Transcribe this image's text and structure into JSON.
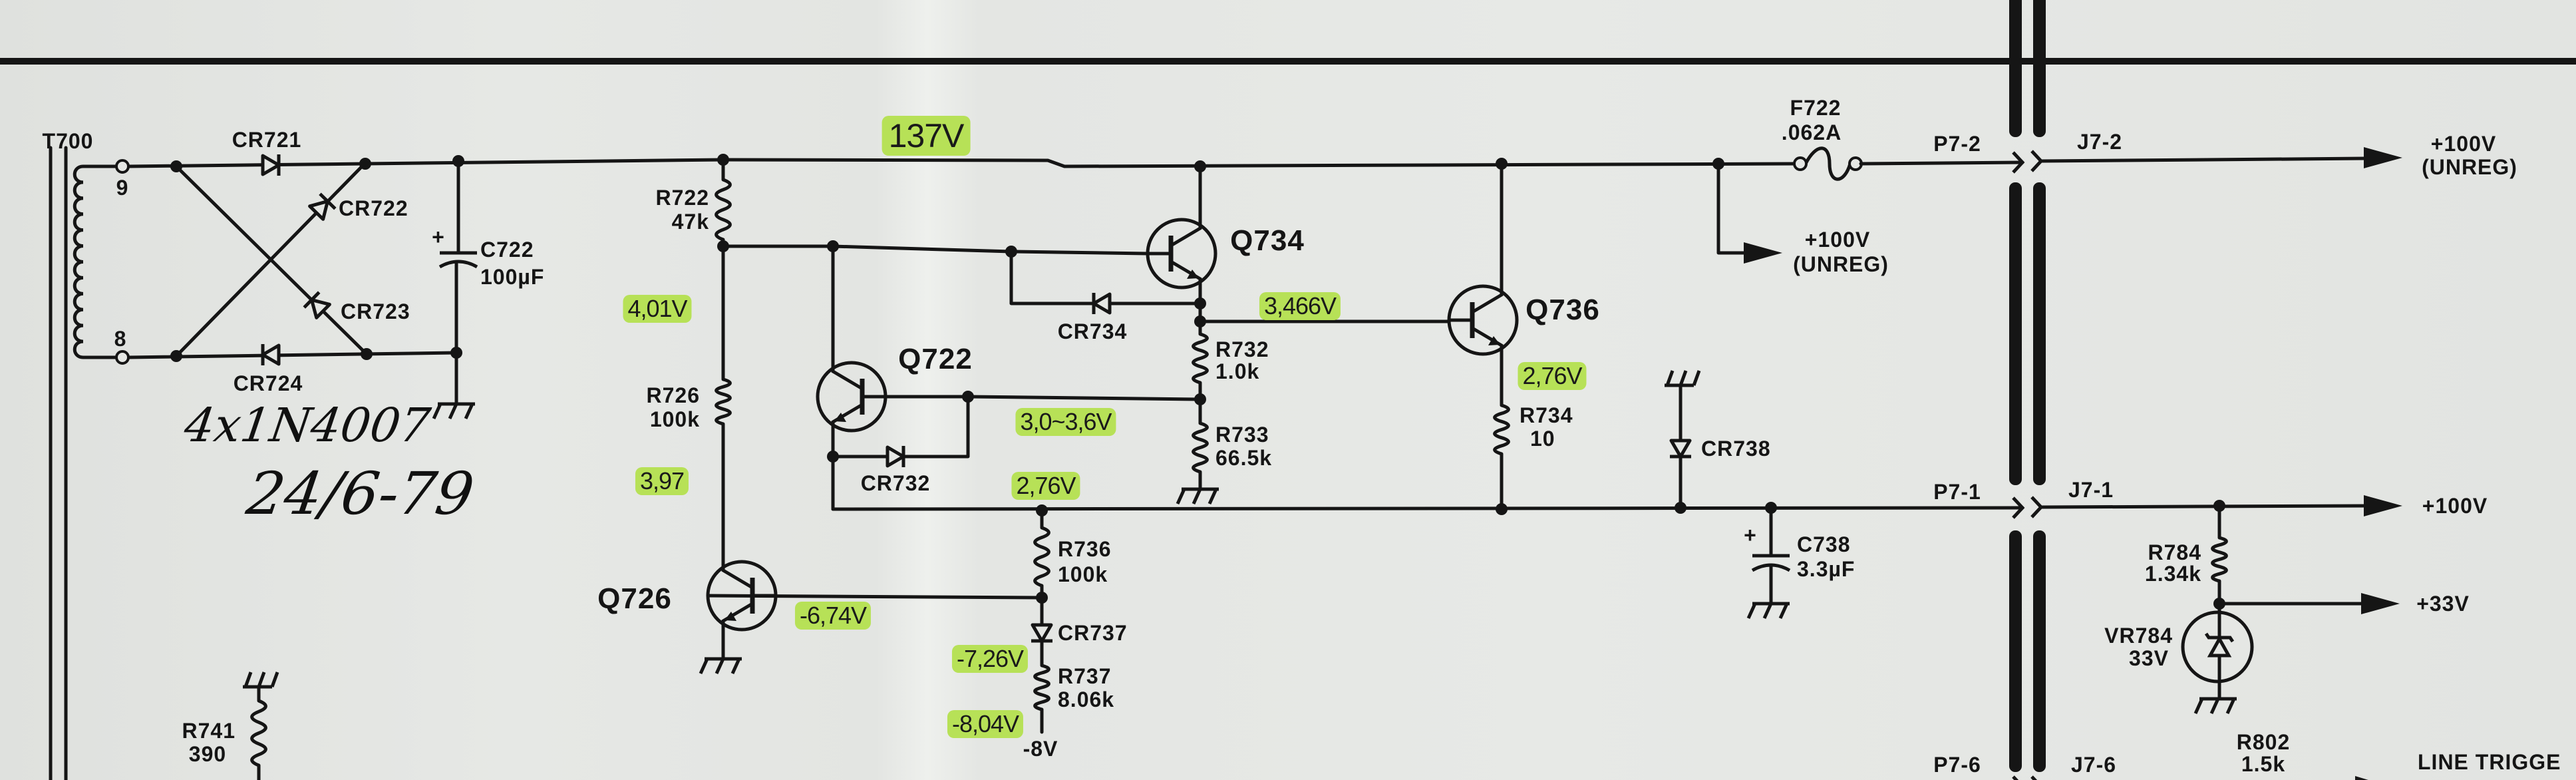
{
  "labels": {
    "t700": "T700",
    "pin9": "9",
    "pin8": "8",
    "cr721": "CR721",
    "cr722": "CR722",
    "cr723": "CR723",
    "cr724": "CR724",
    "plus": "+",
    "c722": "C722",
    "c722_val": "100µF",
    "r722": "R722",
    "r722_val": "47k",
    "r726": "R726",
    "r726_val": "100k",
    "q726": "Q726",
    "q722": "Q722",
    "cr732": "CR732",
    "cr734": "CR734",
    "q734": "Q734",
    "r732": "R732",
    "r732_val": "1.0k",
    "r733": "R733",
    "r733_val": "66.5k",
    "q736": "Q736",
    "r734": "R734",
    "r734_val": "10",
    "r736": "R736",
    "r736_val": "100k",
    "cr737": "CR737",
    "r737": "R737",
    "r737_val": "8.06k",
    "neg8v": "-8V",
    "cr738": "CR738",
    "plus2": "+",
    "c738": "C738",
    "c738_val": "3.3µF",
    "f722": "F722",
    "f722_val": ".062A",
    "unreg_mid_v": "+100V",
    "unreg_mid": "(UNREG)",
    "p7_2": "P7-2",
    "j7_2": "J7-2",
    "out_unreg_v": "+100V",
    "out_unreg": "(UNREG)",
    "p7_1": "P7-1",
    "j7_1": "J7-1",
    "out_100v": "+100V",
    "r784": "R784",
    "r784_val": "1.34k",
    "out_33v": "+33V",
    "vr784": "VR784",
    "vr784_val": "33V",
    "r741": "R741",
    "r741_val": "390",
    "p7_6": "P7-6",
    "j7_6": "J7-6",
    "r802": "R802",
    "r802_val": "1.5k",
    "line_trigger": "LINE TRIGGE"
  },
  "handwritten": {
    "diodes": "4x1N4007",
    "date": "24/6-79"
  },
  "measurements": {
    "rail": "137V",
    "r722_bottom": "4,01V",
    "q726_collector": "3,97",
    "q734_emitter": "3,466V",
    "q736_emitter": "2,76V",
    "q722_base": "3,0~3,6V",
    "bottom_rail": "2,76V",
    "q726_base": "-6,74V",
    "cr737_cathode": "-7,26V",
    "r737_bottom": "-8,04V"
  },
  "colors": {
    "highlight": "#b7e157",
    "ink": "#151515"
  }
}
